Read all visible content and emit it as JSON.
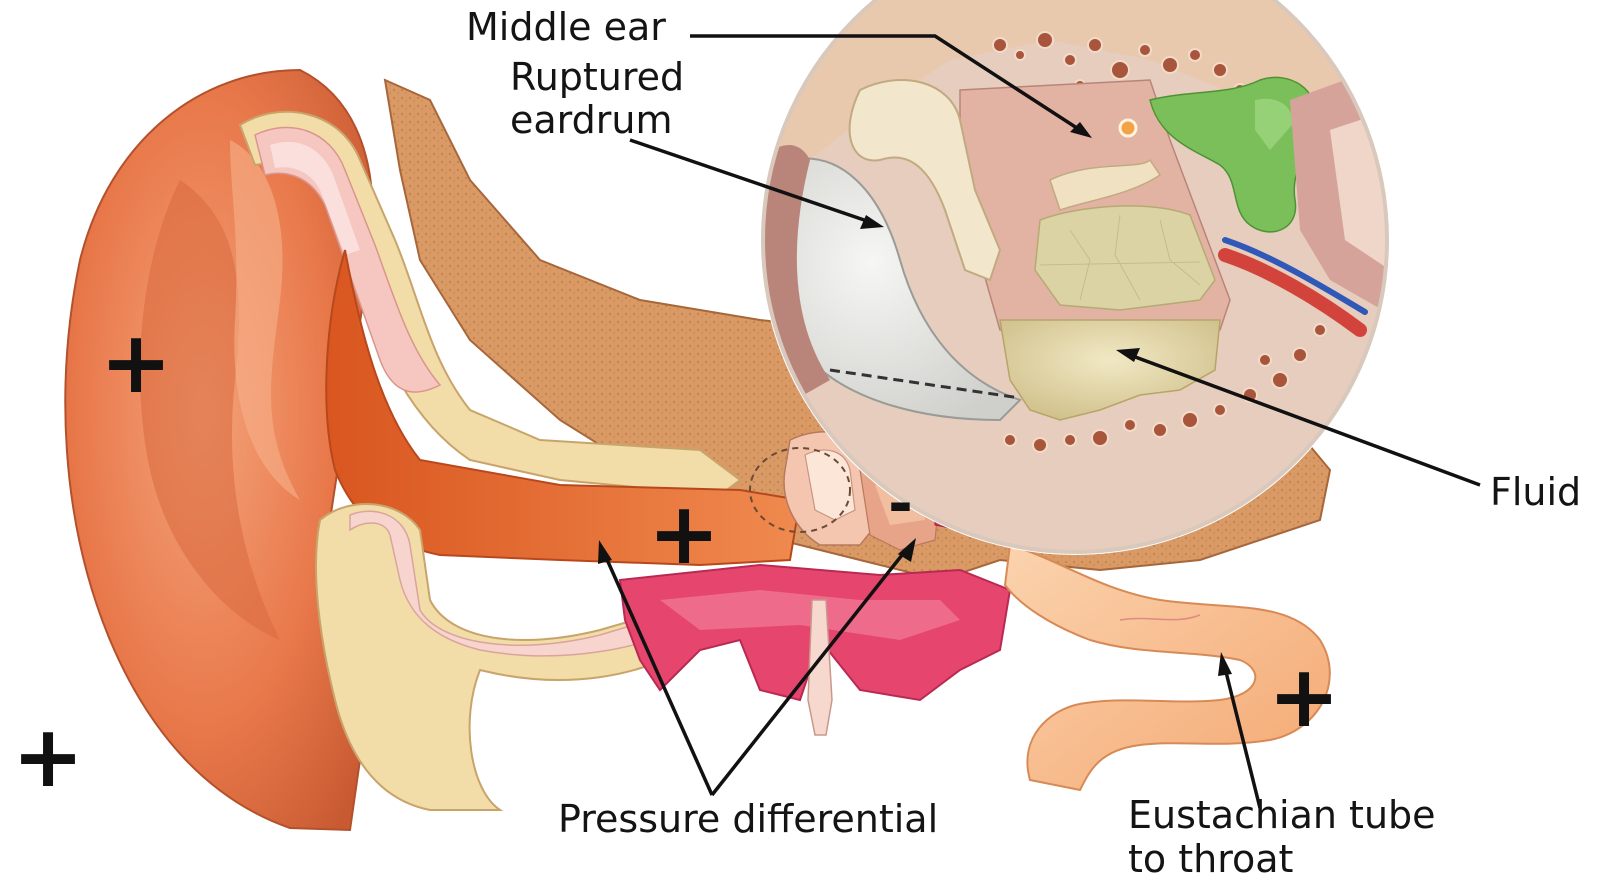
{
  "labels": {
    "middle_ear": "Middle ear",
    "ruptured_line1": "Ruptured",
    "ruptured_line2": "eardrum",
    "fluid": "Fluid",
    "pressure_differential": "Pressure differential",
    "eustachian_line1": "Eustachian tube",
    "eustachian_line2": "to throat"
  },
  "pressure_signs": {
    "outer_ear": "+",
    "outside_lower_left": "+",
    "ear_canal": "+",
    "middle_ear_cavity": "-",
    "eustachian_tube": "+"
  },
  "colors": {
    "skin": "#e97a4d",
    "skin_light": "#f7b896",
    "bone": "#d8945f",
    "cartilage": "#f2dca8",
    "canal": "#e8692f",
    "pink_tissue": "#e6466e",
    "tube": "#f8c090",
    "eardrum": "#e8e8e6",
    "fluid": "#e2d6a8",
    "nerve_green": "#7bbf5a",
    "cochlea": "#f6c85a"
  }
}
